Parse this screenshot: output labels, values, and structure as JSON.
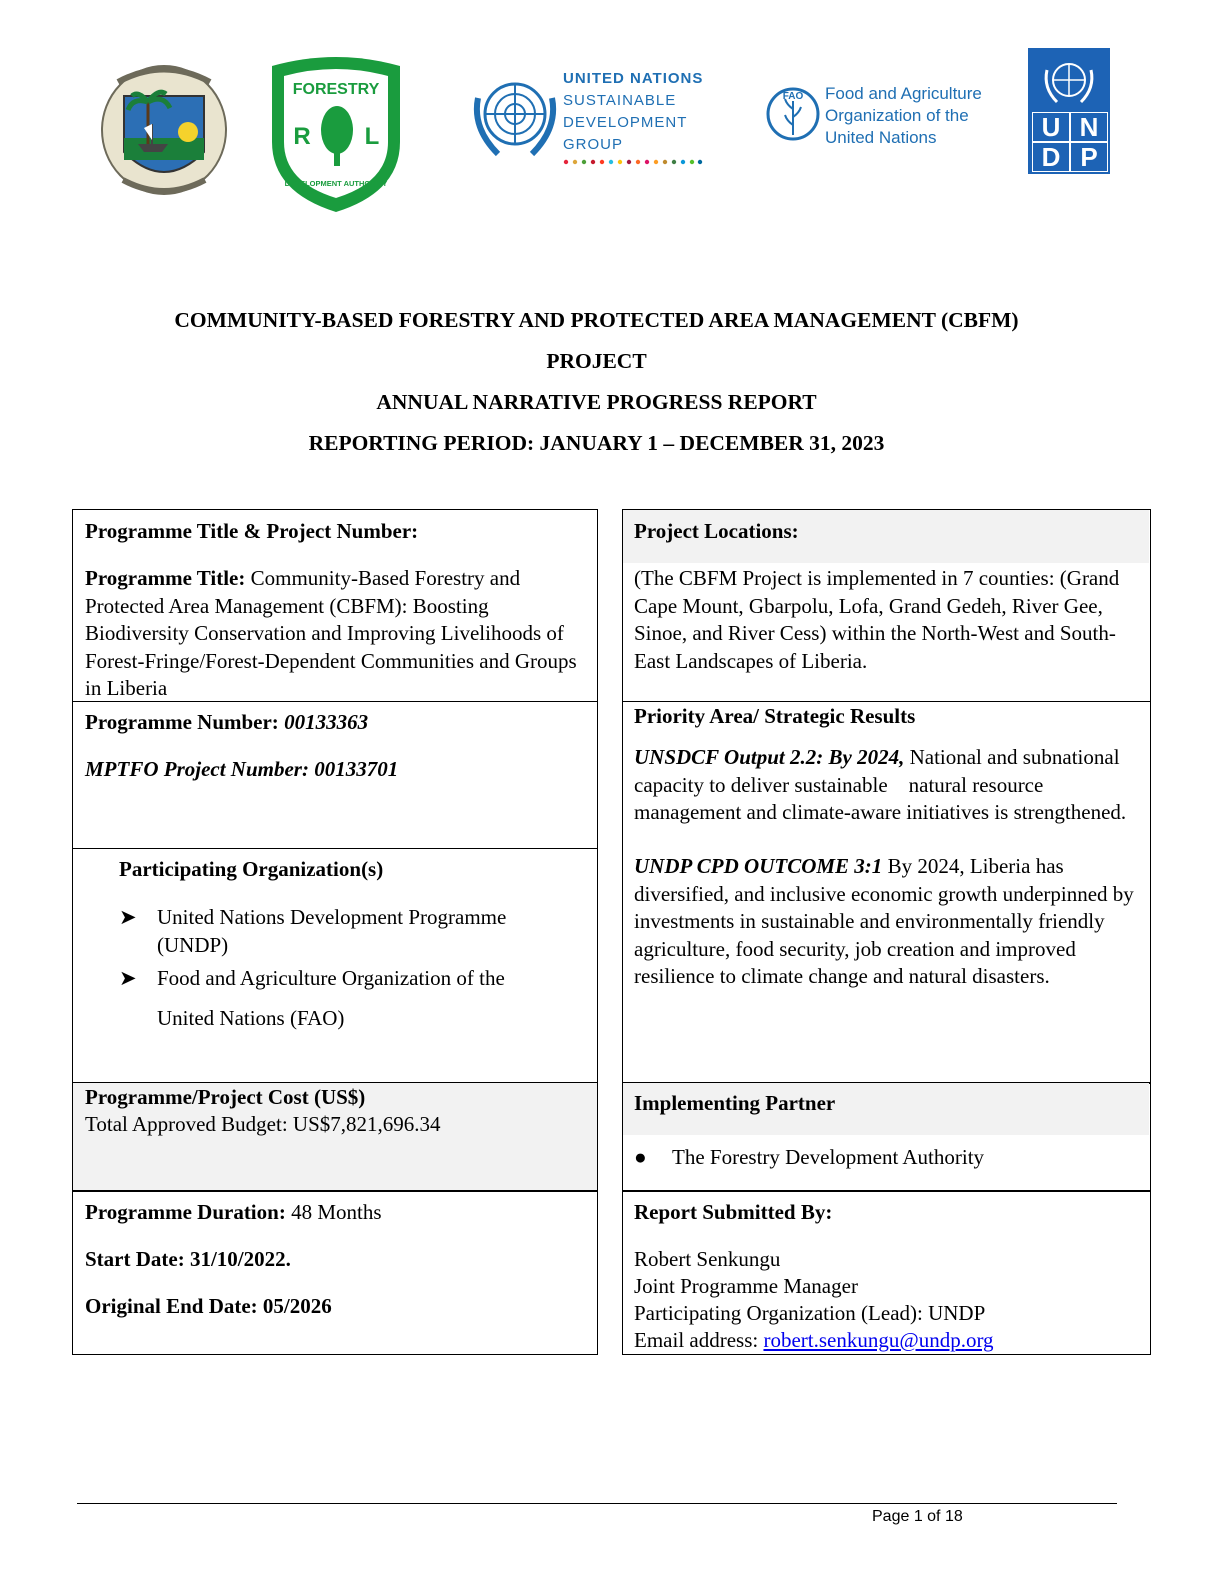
{
  "logos": {
    "liberia_seal": "liberia-seal",
    "fda": {
      "top_text": "FORESTRY",
      "letters_left": "R",
      "letters_right": "L",
      "bottom_text": "DEVELOPMENT AUTHORITY"
    },
    "unsdg": {
      "line1": "UNITED NATIONS",
      "line2": "SUSTAINABLE",
      "line3": "DEVELOPMENT",
      "line4": "GROUP"
    },
    "fao": {
      "line1": "Food and Agriculture",
      "line2": "Organization of the",
      "line3": "United Nations",
      "emblem": "FAO"
    },
    "undp": {
      "l1": "U",
      "l2": "N",
      "l3": "D",
      "l4": "P"
    },
    "colors": {
      "un_blue": "#1f6fb3",
      "undp_blue": "#1d63b5",
      "fda_green": "#1a9c3e"
    }
  },
  "title": {
    "line1": "COMMUNITY-BASED FORESTRY AND PROTECTED AREA MANAGEMENT (CBFM)",
    "line2": "PROJECT",
    "line3": "ANNUAL NARRATIVE PROGRESS REPORT",
    "line4": "REPORTING PERIOD: JANUARY 1 – DECEMBER 31, 2023"
  },
  "left": {
    "prog_title_header": "Programme Title & Project Number:",
    "prog_title_label": "Programme Title:",
    "prog_title_text": " Community-Based Forestry and Protected Area Management (CBFM): Boosting Biodiversity Conservation and Improving Livelihoods of Forest-Fringe/Forest-Dependent Communities and Groups in Liberia",
    "prog_number_label": "Programme Number: ",
    "prog_number_value": "00133363",
    "mptfo_label": "MPTFO Project Number: 00133701",
    "participating_header": "Participating Organization(s)",
    "participating_items": [
      "United Nations Development Programme (UNDP)",
      "Food and Agriculture Organization of the",
      "United Nations (FAO)"
    ],
    "cost_header": "Programme/Project Cost (US$)",
    "cost_text": "Total Approved Budget: US$7,821,696.34",
    "duration_label": "Programme Duration:",
    "duration_value": " 48 Months",
    "start_date": "Start Date: 31/10/2022.",
    "end_date": "Original End Date: 05/2026"
  },
  "right": {
    "locations_header": "Project Locations:",
    "locations_text": "(The CBFM Project is implemented in 7 counties: (Grand Cape Mount, Gbarpolu, Lofa, Grand Gedeh, River Gee, Sinoe, and River Cess) within the North-West and South-East Landscapes of Liberia.",
    "priority_header": "Priority Area/ Strategic Results",
    "unsdcf_label": "UNSDCF Output 2.2: By 2024,",
    "unsdcf_text": " National and subnational capacity to deliver sustainable    natural resource management and climate-aware initiatives is strengthened.",
    "cpd_label": "UNDP CPD OUTCOME 3:1",
    "cpd_text": " By 2024, Liberia has diversified, and inclusive economic growth underpinned by investments in sustainable and environmentally friendly agriculture, food security, job creation and improved resilience to climate change and natural disasters.",
    "partner_header": "Implementing Partner",
    "partner_item": "The Forestry Development Authority",
    "submitted_header": "Report Submitted By:",
    "submitter_name": "Robert Senkungu",
    "submitter_role": "Joint Programme Manager",
    "submitter_org": "Participating Organization (Lead): UNDP",
    "email_label": "Email address: ",
    "email": "robert.senkungu@undp.org"
  },
  "footer": {
    "page": "Page 1 of 18"
  }
}
